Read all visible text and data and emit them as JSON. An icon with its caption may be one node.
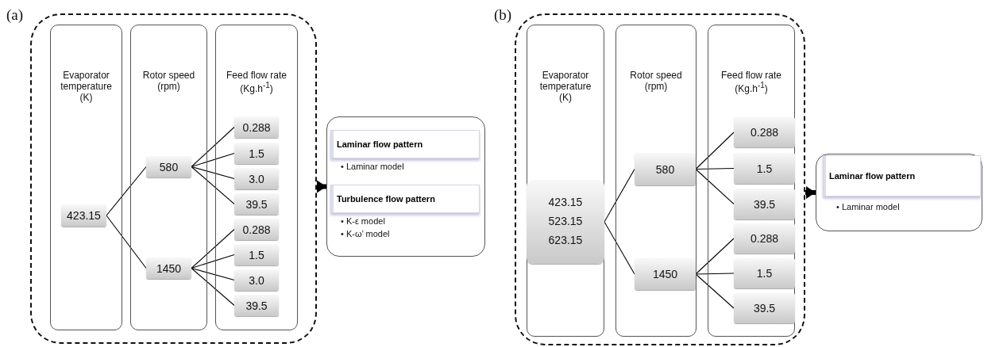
{
  "diagram": {
    "nodes": [
      {
        "text": [],
        "shape": "box"
      },
      {
        "text": [
          "Evaporator temperature (K)"
        ],
        "in": 0
      },
      {
        "text": [
          "Rotor speed (rpm)"
        ],
        "in": 0
      },
      {
        "text": [
          "Feed flow rate (Kg.h$^{-1}$)"
        ],
        "in": 0
      },
      {
        "text": [
          "423.15"
        ],
        "in": 1
      },
      {
        "text": [
          "580"
        ],
        "in": 2
      },
      {
        "text": [
          "1450"
        ],
        "in": 2
      },
      {
        "text": [
          "0.288"
        ],
        "in": 3
      },
      {
        "text": [
          "1.5"
        ],
        "in": 3
      },
      {
        "text": [
          "3.0"
        ],
        "in": 3
      },
      {
        "text": [
          "39.5"
        ],
        "in": 3
      },
      {
        "text": [
          "0.288"
        ],
        "in": 3
      },
      {
        "text": [
          "1.5"
        ],
        "in": 3
      },
      {
        "text": [
          "3.0"
        ],
        "in": 3
      },
      {
        "text": [
          "39.5"
        ],
        "in": 3
      },
      {
        "text": [],
        "shape": "box"
      },
      {
        "text": [
          "Laminar flow pattern"
        ],
        "in": 15
      },
      {
        "text": [
          "Turbulence flow pattern"
        ],
        "in": 15
      },
      {
        "text": [],
        "shape": "box"
      },
      {
        "text": [
          "Evaporator temperature (K)"
        ],
        "in": 18
      },
      {
        "text": [
          "Rotor speed (rpm)"
        ],
        "in": 18
      },
      {
        "text": [
          "Feed flow rate (Kg.h$^{-1}$)"
        ],
        "in": 18
      },
      {
        "text": [
          "423.15 523.15 623.15"
        ],
        "in": 19
      },
      {
        "text": [
          "580"
        ],
        "in": 20
      },
      {
        "text": [
          "1450"
        ],
        "in": 20
      },
      {
        "text": [
          "0.288"
        ],
        "in": 21
      },
      {
        "text": [
          "1.5"
        ],
        "in": 21
      },
      {
        "text": [
          "39.5"
        ],
        "in": 21
      },
      {
        "text": [
          "0.288"
        ],
        "in": 21
      },
      {
        "text": [
          "1.5"
        ],
        "in": 21
      },
      {
        "text": [
          "39.5"
        ],
        "in": 21
      },
      {
        "text": [],
        "shape": "box"
      },
      {
        "text": [
          "Laminar flow pattern"
        ],
        "in": 31
      }
    ],
    "edges": [
      {
        "from": 4,
        "to": 5,
        "arrow": "none"
      },
      {
        "from": 4,
        "to": 6,
        "arrow": "none"
      },
      {
        "from": 5,
        "to": 7,
        "arrow": "none"
      },
      {
        "from": 5,
        "to": 8,
        "arrow": "none"
      },
      {
        "from": 5,
        "to": 9,
        "arrow": "none"
      },
      {
        "from": 5,
        "to": 10,
        "arrow": "none"
      },
      {
        "from": 6,
        "to": 11,
        "arrow": "none"
      },
      {
        "from": 6,
        "to": 12,
        "arrow": "none"
      },
      {
        "from": 6,
        "to": 13,
        "arrow": "none"
      },
      {
        "from": 6,
        "to": 14,
        "arrow": "none"
      },
      {
        "from": 0,
        "to": 15,
        "arrow": "to",
        "style": "thick"
      },
      {
        "from": 22,
        "to": 23,
        "arrow": "none"
      },
      {
        "from": 22,
        "to": 24,
        "arrow": "none"
      },
      {
        "from": 23,
        "to": 25,
        "arrow": "none"
      },
      {
        "from": 23,
        "to": 26,
        "arrow": "none"
      },
      {
        "from": 23,
        "to": 27,
        "arrow": "none"
      },
      {
        "from": 24,
        "to": 28,
        "arrow": "none"
      },
      {
        "from": 24,
        "to": 29,
        "arrow": "none"
      },
      {
        "from": 24,
        "to": 30,
        "arrow": "none"
      },
      {
        "from": 18,
        "to": 31,
        "arrow": "to",
        "style": "thick"
      }
    ],
    "labels": [
      "(a)",
      "• Laminar model",
      "• K-ε model",
      "• K-ω’ model",
      "(b)",
      "• Laminar model"
    ]
  }
}
